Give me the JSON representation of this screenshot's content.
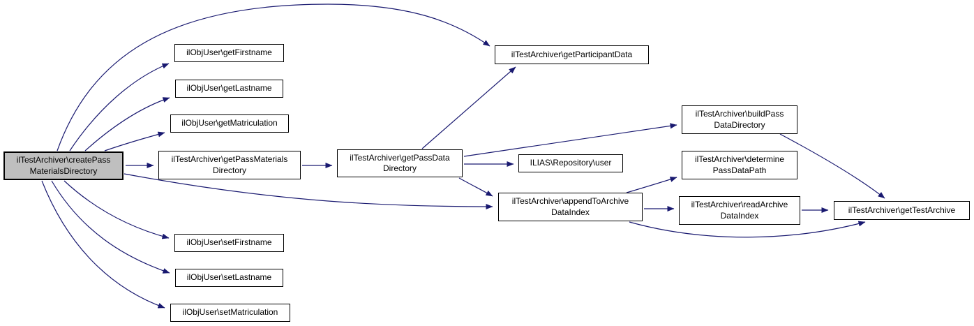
{
  "diagram": {
    "type": "call-graph",
    "background_color": "#ffffff",
    "edge_color": "#191970",
    "node_fill_color": "#ffffff",
    "node_border_color": "#000000",
    "highlight_fill_color": "#bfbfbf",
    "nodes": [
      {
        "id": "createPassMaterialsDirectory",
        "label": "ilTestArchiver\\createPass\nMaterialsDirectory",
        "highlighted": true
      },
      {
        "id": "getFirstname",
        "label": "ilObjUser\\getFirstname",
        "highlighted": false
      },
      {
        "id": "getLastname",
        "label": "ilObjUser\\getLastname",
        "highlighted": false
      },
      {
        "id": "getMatriculation",
        "label": "ilObjUser\\getMatriculation",
        "highlighted": false
      },
      {
        "id": "getPassMaterialsDirectory",
        "label": "ilTestArchiver\\getPassMaterials\nDirectory",
        "highlighted": false
      },
      {
        "id": "getPassDataDirectory",
        "label": "ilTestArchiver\\getPassData\nDirectory",
        "highlighted": false
      },
      {
        "id": "getParticipantData",
        "label": "ilTestArchiver\\getParticipantData",
        "highlighted": false
      },
      {
        "id": "repositoryUser",
        "label": "ILIAS\\Repository\\user",
        "highlighted": false
      },
      {
        "id": "buildPassDataDirectory",
        "label": "ilTestArchiver\\buildPass\nDataDirectory",
        "highlighted": false
      },
      {
        "id": "determinePassDataPath",
        "label": "ilTestArchiver\\determine\nPassDataPath",
        "highlighted": false
      },
      {
        "id": "appendToArchiveDataIndex",
        "label": "ilTestArchiver\\appendToArchive\nDataIndex",
        "highlighted": false
      },
      {
        "id": "readArchiveDataIndex",
        "label": "ilTestArchiver\\readArchive\nDataIndex",
        "highlighted": false
      },
      {
        "id": "getTestArchive",
        "label": "ilTestArchiver\\getTestArchive",
        "highlighted": false
      },
      {
        "id": "setFirstname",
        "label": "ilObjUser\\setFirstname",
        "highlighted": false
      },
      {
        "id": "setLastname",
        "label": "ilObjUser\\setLastname",
        "highlighted": false
      },
      {
        "id": "setMatriculation",
        "label": "ilObjUser\\setMatriculation",
        "highlighted": false
      }
    ],
    "edges": [
      {
        "from": "createPassMaterialsDirectory",
        "to": "getParticipantData"
      },
      {
        "from": "createPassMaterialsDirectory",
        "to": "getFirstname"
      },
      {
        "from": "createPassMaterialsDirectory",
        "to": "getLastname"
      },
      {
        "from": "createPassMaterialsDirectory",
        "to": "getMatriculation"
      },
      {
        "from": "createPassMaterialsDirectory",
        "to": "getPassMaterialsDirectory"
      },
      {
        "from": "createPassMaterialsDirectory",
        "to": "appendToArchiveDataIndex"
      },
      {
        "from": "createPassMaterialsDirectory",
        "to": "setFirstname"
      },
      {
        "from": "createPassMaterialsDirectory",
        "to": "setLastname"
      },
      {
        "from": "createPassMaterialsDirectory",
        "to": "setMatriculation"
      },
      {
        "from": "getPassMaterialsDirectory",
        "to": "getPassDataDirectory"
      },
      {
        "from": "getPassDataDirectory",
        "to": "getParticipantData"
      },
      {
        "from": "getPassDataDirectory",
        "to": "repositoryUser"
      },
      {
        "from": "getPassDataDirectory",
        "to": "buildPassDataDirectory"
      },
      {
        "from": "getPassDataDirectory",
        "to": "appendToArchiveDataIndex"
      },
      {
        "from": "appendToArchiveDataIndex",
        "to": "determinePassDataPath"
      },
      {
        "from": "appendToArchiveDataIndex",
        "to": "readArchiveDataIndex"
      },
      {
        "from": "appendToArchiveDataIndex",
        "to": "getTestArchive"
      },
      {
        "from": "buildPassDataDirectory",
        "to": "getTestArchive"
      },
      {
        "from": "readArchiveDataIndex",
        "to": "getTestArchive"
      }
    ]
  }
}
